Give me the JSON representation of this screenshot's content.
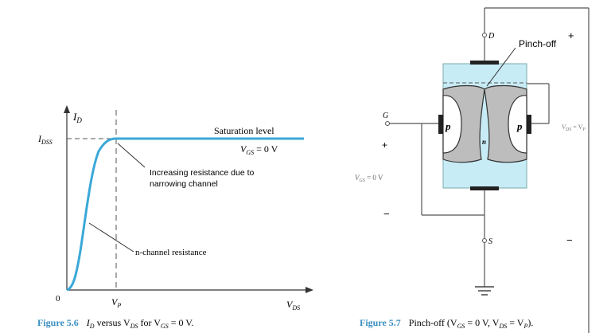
{
  "figure_left": {
    "caption_number": "Figure 5.6",
    "caption_text": "I",
    "caption_sub1": "D",
    "caption_mid": " versus V",
    "caption_sub2": "DS",
    "caption_mid2": " for V",
    "caption_sub3": "GS",
    "caption_end": " = 0 V.",
    "axis_y_label": "I",
    "axis_y_sub": "D",
    "axis_x_label": "V",
    "axis_x_sub": "DS",
    "idss_label": "I",
    "idss_sub": "DSS",
    "origin_label": "0",
    "vp_label": "V",
    "vp_sub": "P",
    "saturation_label": "Saturation level",
    "vgs_label": "V",
    "vgs_sub": "GS",
    "vgs_value": " = 0 V",
    "annotation_resistance_line1": "Increasing resistance due to",
    "annotation_resistance_line2": "narrowing channel",
    "annotation_channel": "n-channel resistance",
    "accent_color": "#3aa8d8"
  },
  "figure_right": {
    "caption_number": "Figure 5.7",
    "caption_text": "Pinch-off (V",
    "caption_sub1": "GS",
    "caption_mid": " = 0 V, V",
    "caption_sub2": "DS",
    "caption_mid2": " = V",
    "caption_sub3": "P",
    "caption_end": ").",
    "pinchoff_label": "Pinch-off",
    "plus_top": "+",
    "drain_label": "D",
    "source_label": "S",
    "gate_label": "G",
    "gate_plus": "+",
    "gate_minus": "−",
    "vgs_label": "V",
    "vgs_sub": "GS",
    "vgs_value": " = 0 V",
    "vds_label": "V",
    "vds_sub": "DS",
    "vds_value": " = V",
    "vds_value_sub": "P",
    "p_left": "p",
    "p_right": "p",
    "n_label": "n",
    "right_minus": "−",
    "body_color": "#c8ecf6",
    "depletion_color": "#bdbdbd"
  }
}
